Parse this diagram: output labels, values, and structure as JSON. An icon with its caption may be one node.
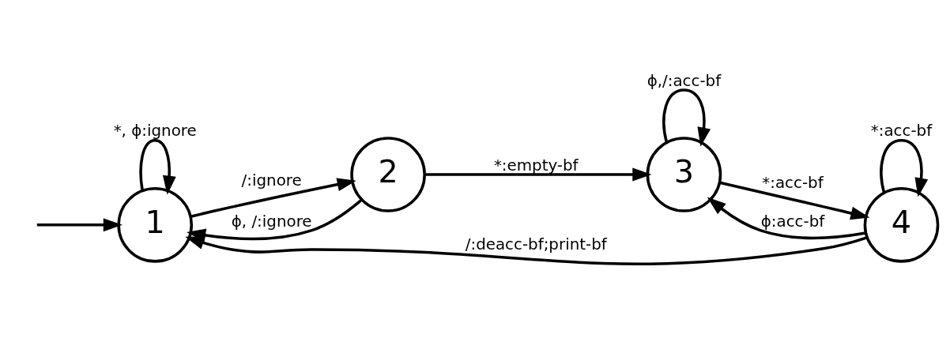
{
  "diagram": {
    "nodes": [
      {
        "text": [
          "1"
        ]
      },
      {
        "text": [
          "2"
        ]
      },
      {
        "text": [
          "3"
        ]
      },
      {
        "text": [
          "4"
        ]
      }
    ],
    "edges": [
      {
        "from": null,
        "to": 0,
        "arrow": "to"
      },
      {
        "from": 0,
        "to": 0,
        "arrow": "to",
        "label": "*, ϕ:ignore"
      },
      {
        "from": 0,
        "to": 1,
        "arrow": "to",
        "label": "/:ignore"
      },
      {
        "from": 1,
        "to": 0,
        "arrow": "to",
        "label": "ϕ, /:ignore"
      },
      {
        "from": 1,
        "to": 2,
        "arrow": "to",
        "label": "*:empty-bf"
      },
      {
        "from": 2,
        "to": 2,
        "arrow": "to",
        "label": "ϕ,/:acc-bf"
      },
      {
        "from": 2,
        "to": 3,
        "arrow": "to",
        "label": "*:acc-bf"
      },
      {
        "from": 3,
        "to": 2,
        "arrow": "to",
        "label": "ϕ:acc-bf"
      },
      {
        "from": 3,
        "to": 3,
        "arrow": "to",
        "label": "*:acc-bf"
      },
      {
        "from": 3,
        "to": 0,
        "arrow": "to",
        "label": "/:deacc-bf;print-bf"
      }
    ]
  }
}
